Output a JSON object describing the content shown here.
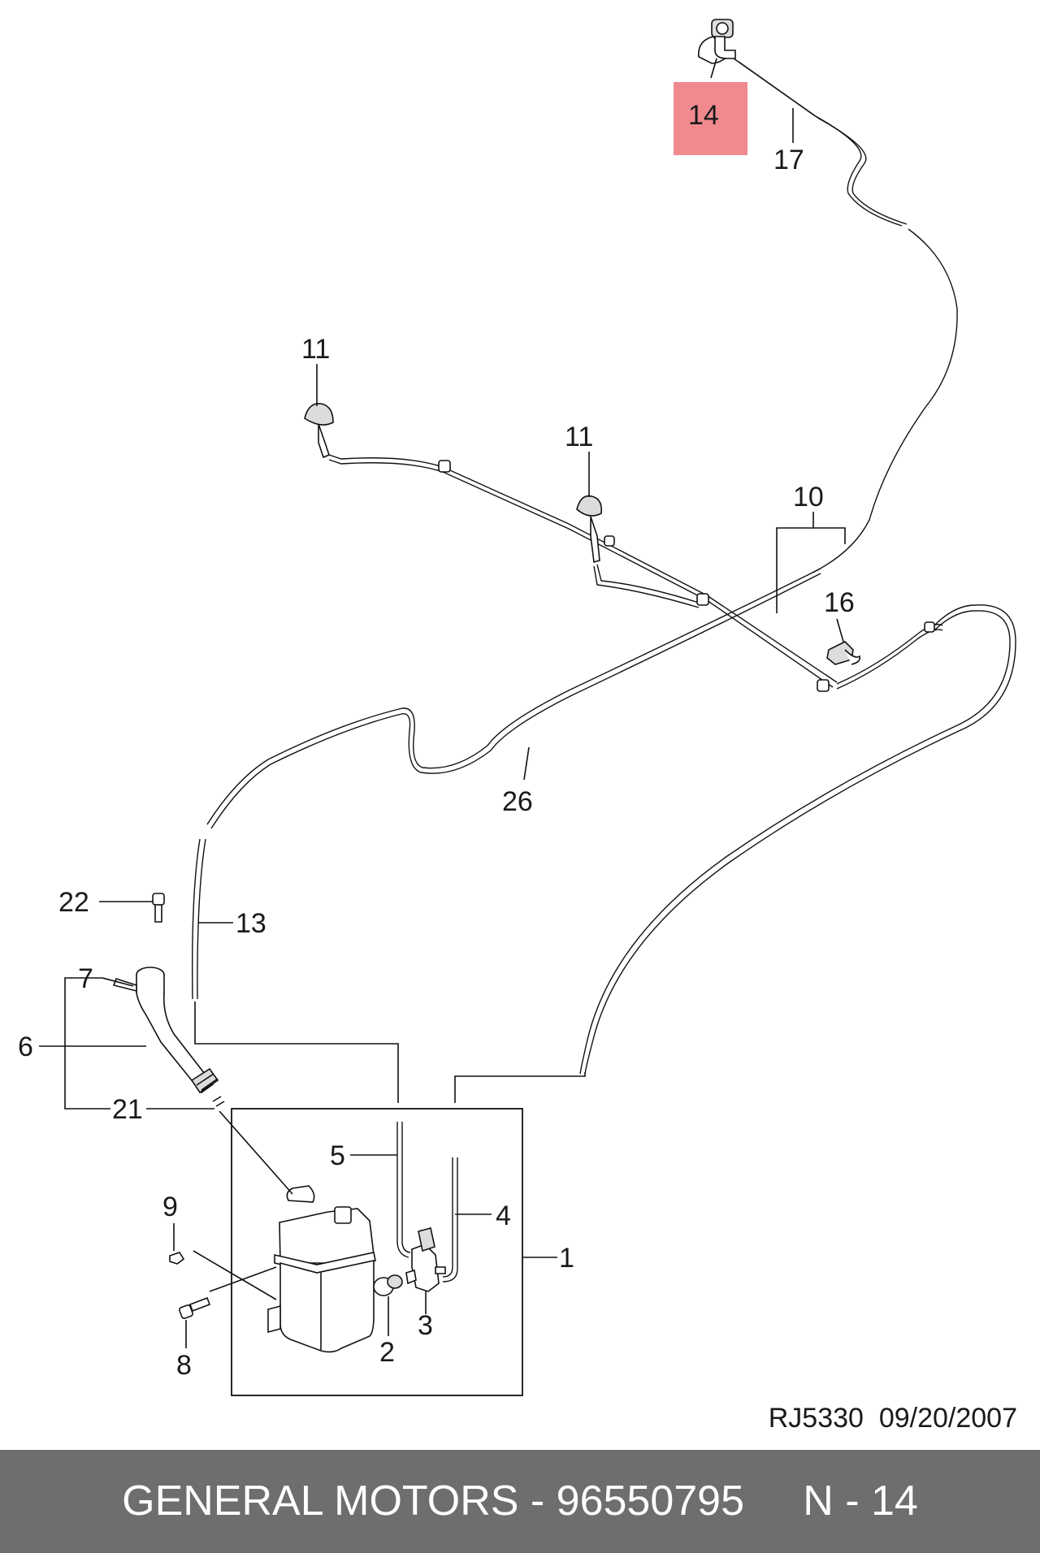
{
  "callouts": {
    "c1": "1",
    "c2": "2",
    "c3": "3",
    "c4": "4",
    "c5": "5",
    "c6": "6",
    "c7": "7",
    "c8": "8",
    "c9": "9",
    "c10": "10",
    "c11a": "11",
    "c11b": "11",
    "c13": "13",
    "c14": "14",
    "c16": "16",
    "c17": "17",
    "c21": "21",
    "c22": "22",
    "c26": "26"
  },
  "reference": "RJ5330  09/20/2007",
  "footer": "GENERAL MOTORS - 96550795     N - 14",
  "colors": {
    "highlight": "#f08a8e",
    "footer_bg": "#6e6e6e",
    "footer_text": "#ffffff"
  }
}
